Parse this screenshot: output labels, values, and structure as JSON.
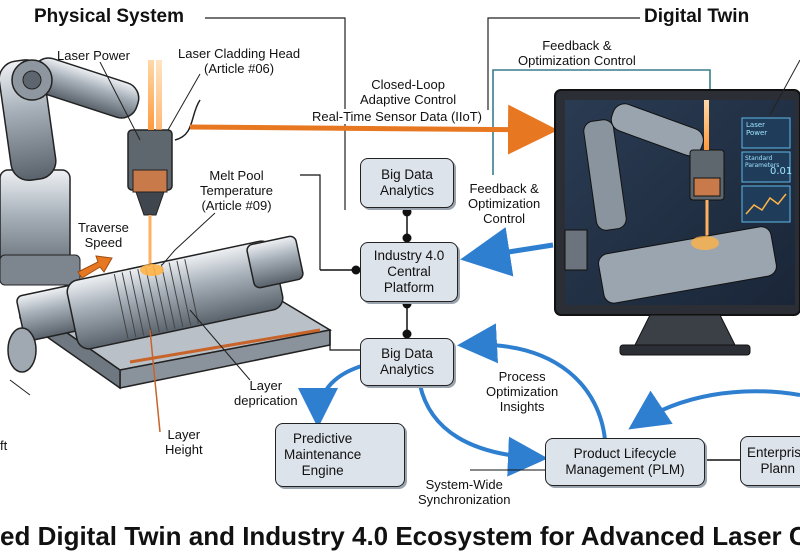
{
  "physical_header": "Physical System",
  "digital_header": "Digital Twin",
  "labels": {
    "laser_power": "Laser Power",
    "cladding_head": "Laser Cladding Head\n(Article #06)",
    "melt_pool": "Melt Pool\nTemperature\n(Article #09)",
    "traverse_speed": "Traverse\nSpeed",
    "layer_deposition": "Layer\ndeprication",
    "layer_height": "Layer\nHeight",
    "shaft": "ft",
    "closed_loop": "Closed-Loop\nAdaptive Control",
    "sensor_data": "Real-Time Sensor Data (IIoT)",
    "feedback_top": "Feedback &\nOptimization Control",
    "feedback_mid": "Feedback &\nOptimization\nControl",
    "process_insights": "Process\nOptimization\nInsights",
    "system_sync": "System-Wide\nSynchronization"
  },
  "nodes": {
    "big_data_top": "Big Data\nAnalytics",
    "platform": "Industry 4.0\nCentral\nPlatform",
    "big_data_bottom": "Big Data\nAnalytics",
    "predictive": "Predictive\nMaintenance\nEngine",
    "plm": "Product Lifecycle\nManagement (PLM)",
    "enterprise": "Enterprise\nPlann"
  },
  "monitor": {
    "panel1": "Laser\nPower",
    "panel2": "Standard\nParameters",
    "value": "0.01"
  },
  "title": "ed Digital Twin and Industry 4.0 Ecosystem for Advanced Laser C",
  "colors": {
    "orange": "#e87722",
    "blue": "#2f7fd0",
    "teal": "#3a7d8c",
    "box_fill": "#dde3ea"
  }
}
